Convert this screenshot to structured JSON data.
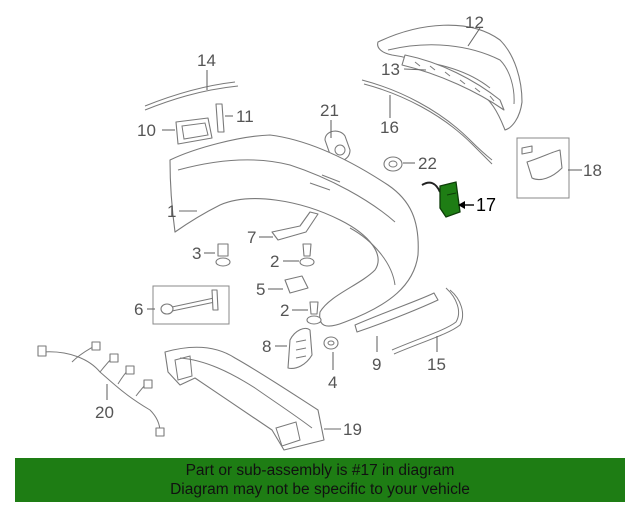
{
  "callouts": {
    "c1": "1",
    "c2a": "2",
    "c2b": "2",
    "c3": "3",
    "c4": "4",
    "c5": "5",
    "c6": "6",
    "c7": "7",
    "c8": "8",
    "c9": "9",
    "c10": "10",
    "c11": "11",
    "c12": "12",
    "c13": "13",
    "c14": "14",
    "c15": "15",
    "c16": "16",
    "c17": "17",
    "c18": "18",
    "c19": "19",
    "c20": "20",
    "c21": "21",
    "c22": "22"
  },
  "highlight": {
    "part_number": "17",
    "color": "#1e7d14"
  },
  "banner": {
    "line1": "Part or sub-assembly is #17 in diagram",
    "line2": "Diagram may not be specific to your vehicle",
    "background": "#1e7d14"
  }
}
